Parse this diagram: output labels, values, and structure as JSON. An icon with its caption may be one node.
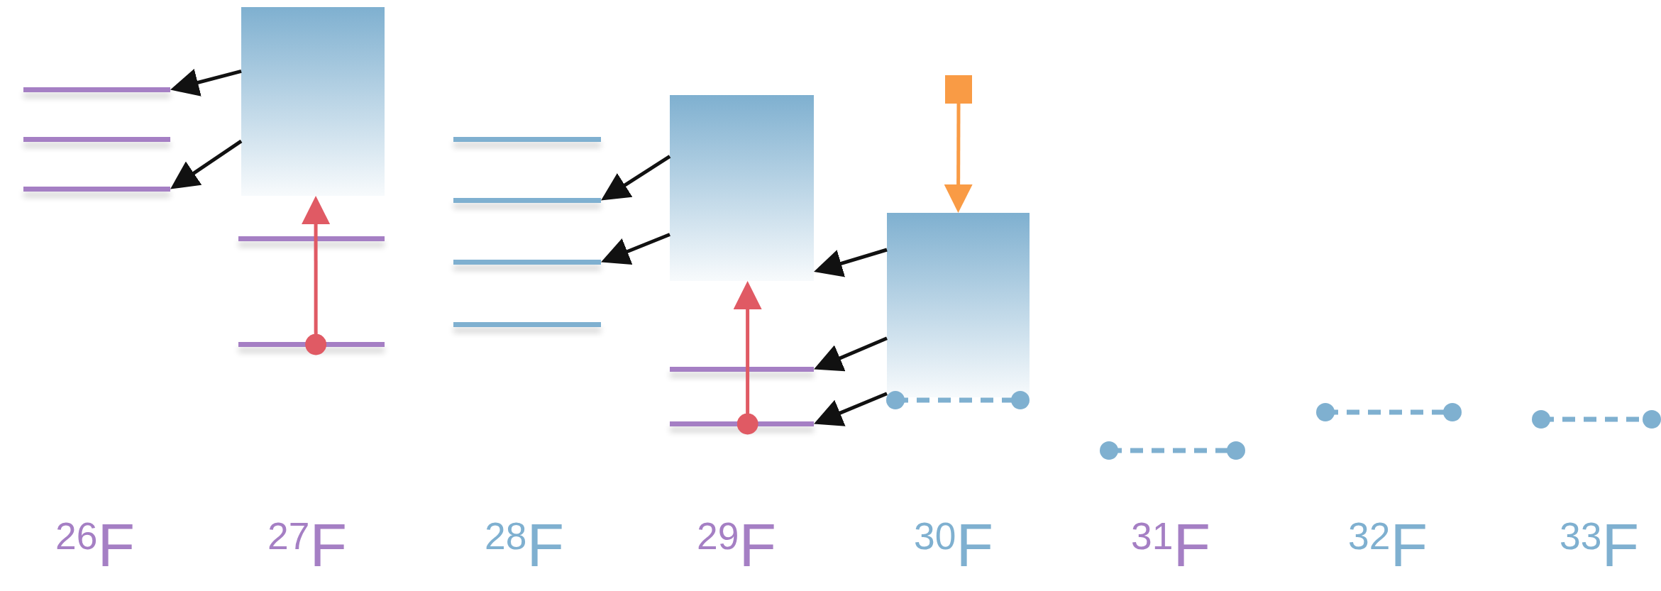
{
  "diagram": {
    "nodes": [
      {
        "text": [],
        "shape": "bar"
      },
      {
        "text": [],
        "shape": "bar"
      },
      {
        "text": [],
        "shape": "bar"
      },
      {
        "text": [],
        "shape": "box"
      },
      {
        "text": [],
        "shape": "bar"
      },
      {
        "text": [],
        "shape": "bar"
      },
      {
        "text": [],
        "shape": "bar"
      },
      {
        "text": [],
        "shape": "bar"
      },
      {
        "text": [],
        "shape": "bar"
      },
      {
        "text": [],
        "shape": "bar"
      },
      {
        "text": [],
        "shape": "box"
      },
      {
        "text": [],
        "shape": "bar"
      },
      {
        "text": [],
        "shape": "bar"
      },
      {
        "text": [],
        "shape": "box"
      },
      {
        "text": [],
        "shape": "box"
      }
    ],
    "edges": [
      {
        "from": 3,
        "to": 0,
        "arrow": "to"
      },
      {
        "from": 3,
        "to": 2,
        "arrow": "to"
      },
      {
        "from": 5,
        "to": 3,
        "arrow": "to",
        "color": "#e05a64"
      },
      {
        "from": 10,
        "to": 7,
        "arrow": "to"
      },
      {
        "from": 10,
        "to": 8,
        "arrow": "to"
      },
      {
        "from": 12,
        "to": 10,
        "arrow": "to",
        "color": "#e05a64"
      },
      {
        "from": 13,
        "to": 14,
        "arrow": "to",
        "color": "#f99b45"
      },
      {
        "from": 14,
        "to": 10,
        "arrow": "to"
      },
      {
        "from": 14,
        "to": 11,
        "arrow": "to"
      },
      {
        "from": 14,
        "to": 12,
        "arrow": "to"
      }
    ],
    "labels": [
      "$^{26}$F",
      "$^{27}$F",
      "$^{28}$F",
      "$^{29}$F",
      "$^{30}$F",
      "$^{31}$F",
      "$^{32}$F",
      "$^{33}$F"
    ]
  }
}
